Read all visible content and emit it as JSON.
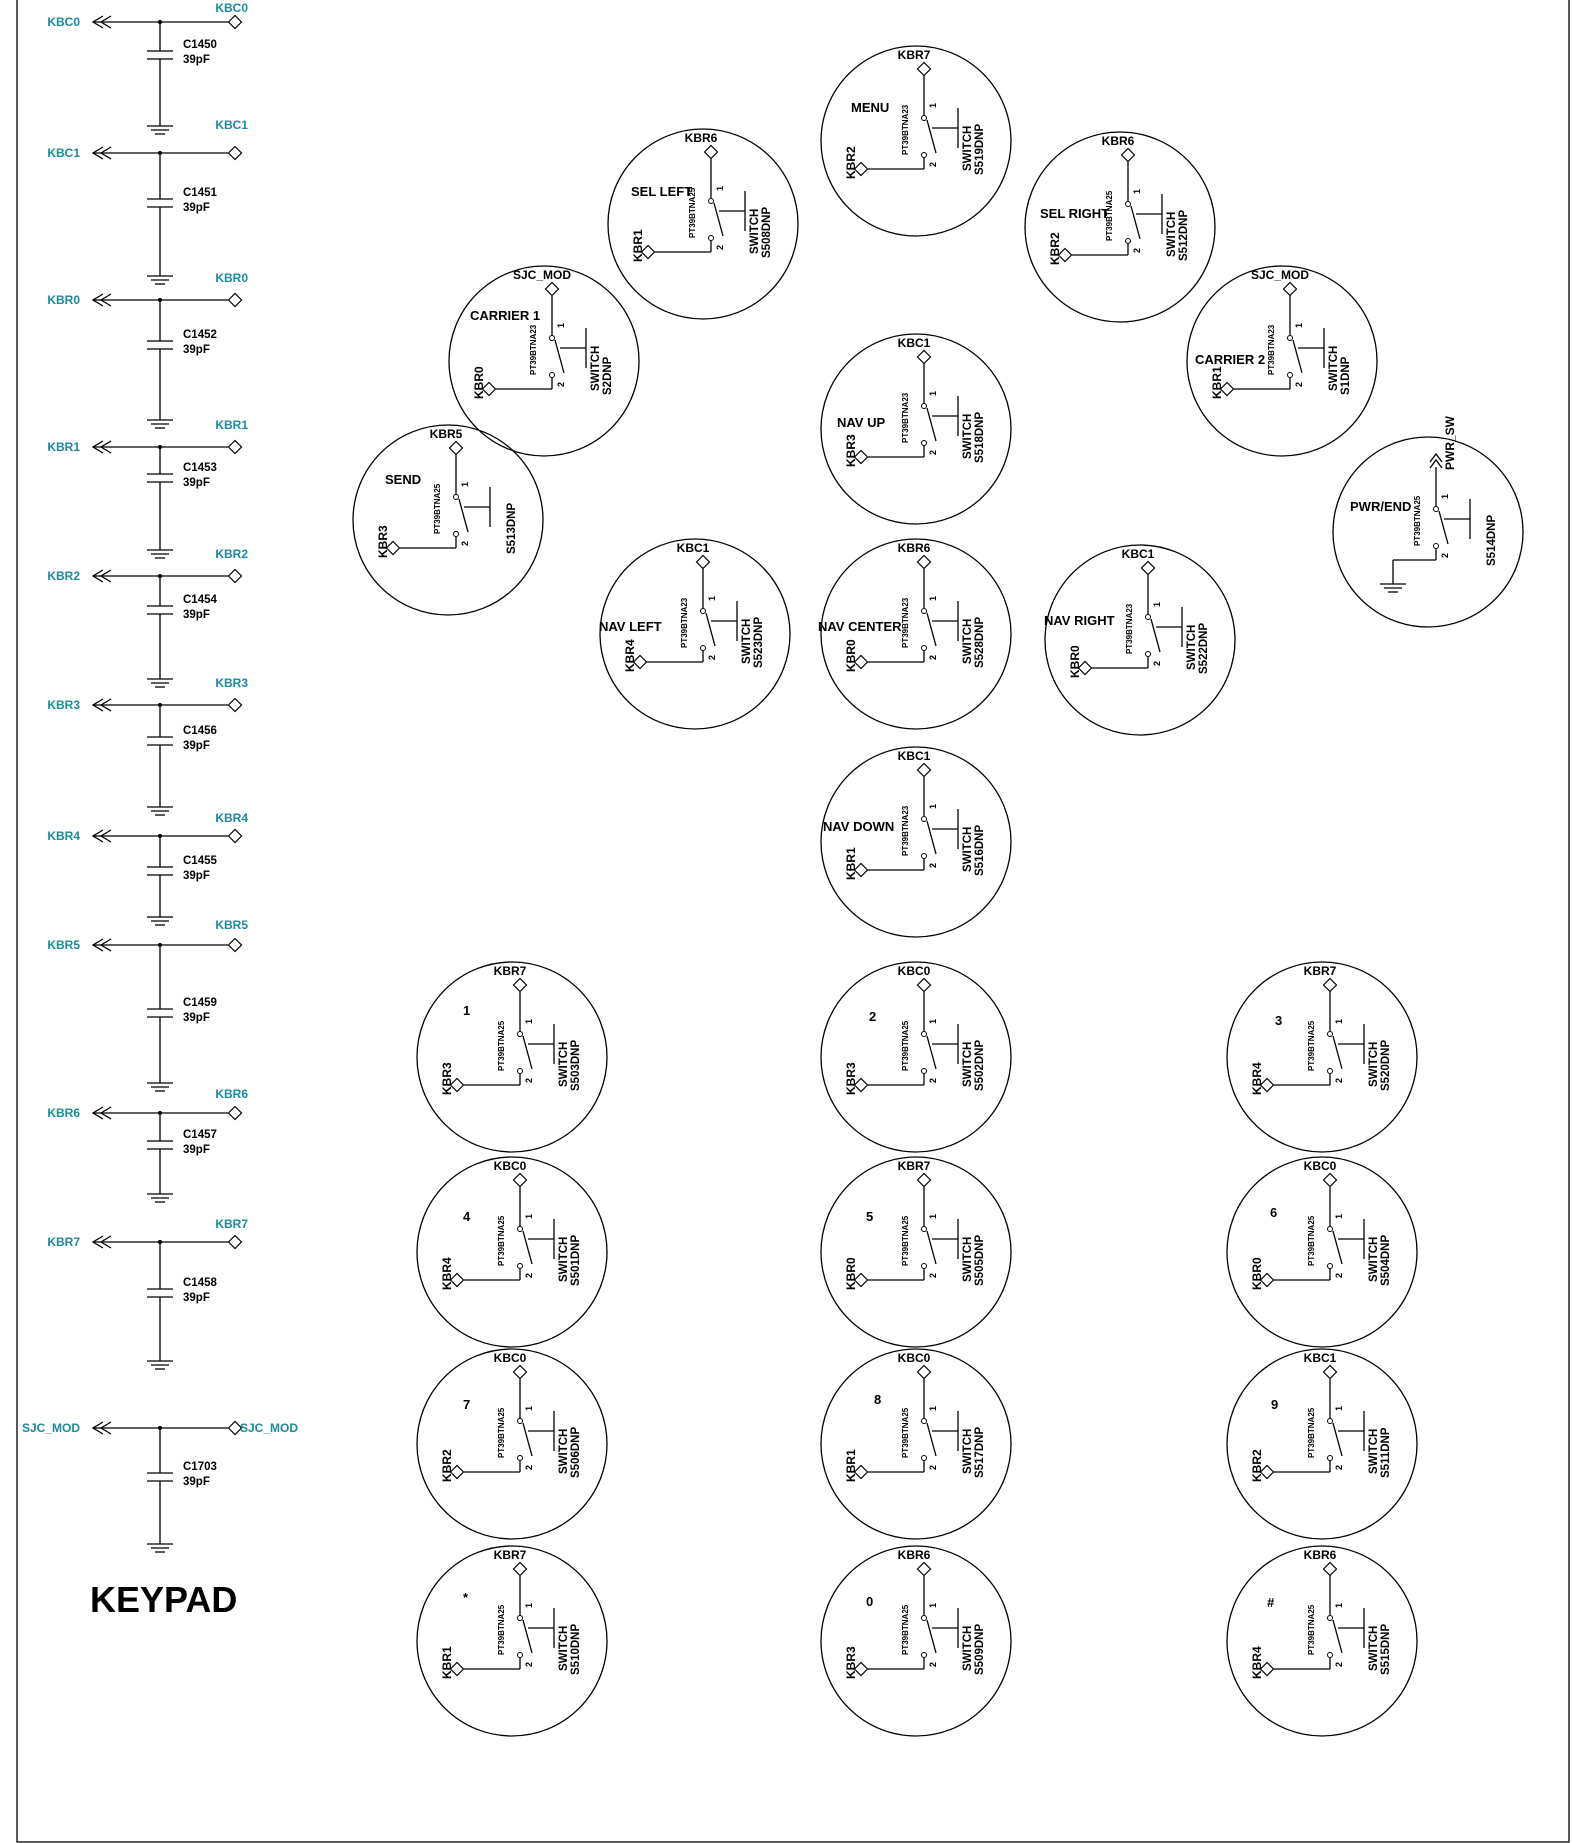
{
  "title": "KEYPAD",
  "colors": {
    "net": "#1a8a9c",
    "line": "#000000",
    "background": "#ffffff"
  },
  "capacitors": [
    {
      "net_left": "KBC0",
      "net_right": "KBC0",
      "ref": "C1450",
      "value": "39pF"
    },
    {
      "net_left": "KBC1",
      "net_right": "KBC1",
      "ref": "C1451",
      "value": "39pF"
    },
    {
      "net_left": "KBR0",
      "net_right": "KBR0",
      "ref": "C1452",
      "value": "39pF"
    },
    {
      "net_left": "KBR1",
      "net_right": "KBR1",
      "ref": "C1453",
      "value": "39pF"
    },
    {
      "net_left": "KBR2",
      "net_right": "KBR2",
      "ref": "C1454",
      "value": "39pF"
    },
    {
      "net_left": "KBR3",
      "net_right": "KBR3",
      "ref": "C1456",
      "value": "39pF"
    },
    {
      "net_left": "KBR4",
      "net_right": "KBR4",
      "ref": "C1455",
      "value": "39pF"
    },
    {
      "net_left": "KBR5",
      "net_right": "KBR5",
      "ref": "C1459",
      "value": "39pF"
    },
    {
      "net_left": "KBR6",
      "net_right": "KBR6",
      "ref": "C1457",
      "value": "39pF"
    },
    {
      "net_left": "KBR7",
      "net_right": "KBR7",
      "ref": "C1458",
      "value": "39pF"
    },
    {
      "net_left": "SJC_MOD",
      "net_right": "SJC_MOD",
      "ref": "C1703",
      "value": "39pF"
    }
  ],
  "switches": [
    {
      "label": "MENU",
      "top_net": "KBR7",
      "bottom_net": "KBR2",
      "part": "PT39BTNA23",
      "ref_line1": "SWITCH",
      "ref_line2": "S519DNP",
      "pin1": "1",
      "pin2": "2"
    },
    {
      "label": "SEL LEFT",
      "top_net": "KBR6",
      "bottom_net": "KBR1",
      "part": "PT39BTNA25",
      "ref_line1": "SWITCH",
      "ref_line2": "S508DNP",
      "pin1": "1",
      "pin2": "2"
    },
    {
      "label": "SEL RIGHT",
      "top_net": "KBR6",
      "bottom_net": "KBR2",
      "part": "PT39BTNA25",
      "ref_line1": "SWITCH",
      "ref_line2": "S512DNP",
      "pin1": "1",
      "pin2": "2"
    },
    {
      "label": "CARRIER 1",
      "top_net": "SJC_MOD",
      "bottom_net": "KBR0",
      "part": "PT39BTNA23",
      "ref_line1": "SWITCH",
      "ref_line2": "S2DNP",
      "pin1": "1",
      "pin2": "2"
    },
    {
      "label": "CARRIER 2",
      "top_net": "SJC_MOD",
      "bottom_net": "KBR1",
      "part": "PT39BTNA23",
      "ref_line1": "SWITCH",
      "ref_line2": "S1DNP",
      "pin1": "1",
      "pin2": "2"
    },
    {
      "label": "NAV UP",
      "top_net": "KBC1",
      "bottom_net": "KBR3",
      "part": "PT39BTNA23",
      "ref_line1": "SWITCH",
      "ref_line2": "S518DNP",
      "pin1": "1",
      "pin2": "2"
    },
    {
      "label": "SEND",
      "top_net": "KBR5",
      "bottom_net": "KBR3",
      "part": "PT39BTNA25",
      "ref_line1": "",
      "ref_line2": "S513DNP",
      "pin1": "1",
      "pin2": "2"
    },
    {
      "label": "PWR/END",
      "top_net": "PWR_SW",
      "bottom_net": "",
      "part": "PT39BTNA25",
      "ref_line1": "",
      "ref_line2": "S514DNP",
      "pin1": "1",
      "pin2": "2"
    },
    {
      "label": "NAV LEFT",
      "top_net": "KBC1",
      "bottom_net": "KBR4",
      "part": "PT39BTNA23",
      "ref_line1": "SWITCH",
      "ref_line2": "S523DNP",
      "pin1": "1",
      "pin2": "2"
    },
    {
      "label": "NAV CENTER",
      "top_net": "KBR6",
      "bottom_net": "KBR0",
      "part": "PT39BTNA23",
      "ref_line1": "SWITCH",
      "ref_line2": "S528DNP",
      "pin1": "1",
      "pin2": "2"
    },
    {
      "label": "NAV RIGHT",
      "top_net": "KBC1",
      "bottom_net": "KBR0",
      "part": "PT39BTNA23",
      "ref_line1": "SWITCH",
      "ref_line2": "S522DNP",
      "pin1": "1",
      "pin2": "2"
    },
    {
      "label": "NAV DOWN",
      "top_net": "KBC1",
      "bottom_net": "KBR1",
      "part": "PT39BTNA23",
      "ref_line1": "SWITCH",
      "ref_line2": "S516DNP",
      "pin1": "1",
      "pin2": "2"
    },
    {
      "label": "1",
      "top_net": "KBR7",
      "bottom_net": "KBR3",
      "part": "PT39BTNA25",
      "ref_line1": "SWITCH",
      "ref_line2": "S503DNP",
      "pin1": "1",
      "pin2": "2"
    },
    {
      "label": "2",
      "top_net": "KBC0",
      "bottom_net": "KBR3",
      "part": "PT39BTNA25",
      "ref_line1": "SWITCH",
      "ref_line2": "S502DNP",
      "pin1": "1",
      "pin2": "2"
    },
    {
      "label": "3",
      "top_net": "KBR7",
      "bottom_net": "KBR4",
      "part": "PT39BTNA25",
      "ref_line1": "SWITCH",
      "ref_line2": "S520DNP",
      "pin1": "1",
      "pin2": "2"
    },
    {
      "label": "4",
      "top_net": "KBC0",
      "bottom_net": "KBR4",
      "part": "PT39BTNA25",
      "ref_line1": "SWITCH",
      "ref_line2": "S501DNP",
      "pin1": "1",
      "pin2": "2"
    },
    {
      "label": "5",
      "top_net": "KBR7",
      "bottom_net": "KBR0",
      "part": "PT39BTNA25",
      "ref_line1": "SWITCH",
      "ref_line2": "S505DNP",
      "pin1": "1",
      "pin2": "2"
    },
    {
      "label": "6",
      "top_net": "KBC0",
      "bottom_net": "KBR0",
      "part": "PT39BTNA25",
      "ref_line1": "SWITCH",
      "ref_line2": "S504DNP",
      "pin1": "1",
      "pin2": "2"
    },
    {
      "label": "7",
      "top_net": "KBC0",
      "bottom_net": "KBR2",
      "part": "PT39BTNA25",
      "ref_line1": "SWITCH",
      "ref_line2": "S506DNP",
      "pin1": "1",
      "pin2": "2"
    },
    {
      "label": "8",
      "top_net": "KBC0",
      "bottom_net": "KBR1",
      "part": "PT39BTNA25",
      "ref_line1": "SWITCH",
      "ref_line2": "S517DNP",
      "pin1": "1",
      "pin2": "2"
    },
    {
      "label": "9",
      "top_net": "KBC1",
      "bottom_net": "KBR2",
      "part": "PT39BTNA25",
      "ref_line1": "SWITCH",
      "ref_line2": "S511DNP",
      "pin1": "1",
      "pin2": "2"
    },
    {
      "label": "*",
      "top_net": "KBR7",
      "bottom_net": "KBR1",
      "part": "PT39BTNA25",
      "ref_line1": "SWITCH",
      "ref_line2": "S510DNP",
      "pin1": "1",
      "pin2": "2"
    },
    {
      "label": "0",
      "top_net": "KBR6",
      "bottom_net": "KBR3",
      "part": "PT39BTNA25",
      "ref_line1": "SWITCH",
      "ref_line2": "S509DNP",
      "pin1": "1",
      "pin2": "2"
    },
    {
      "label": "#",
      "top_net": "KBR6",
      "bottom_net": "KBR4",
      "part": "PT39BTNA25",
      "ref_line1": "SWITCH",
      "ref_line2": "S515DNP",
      "pin1": "1",
      "pin2": "2"
    }
  ]
}
